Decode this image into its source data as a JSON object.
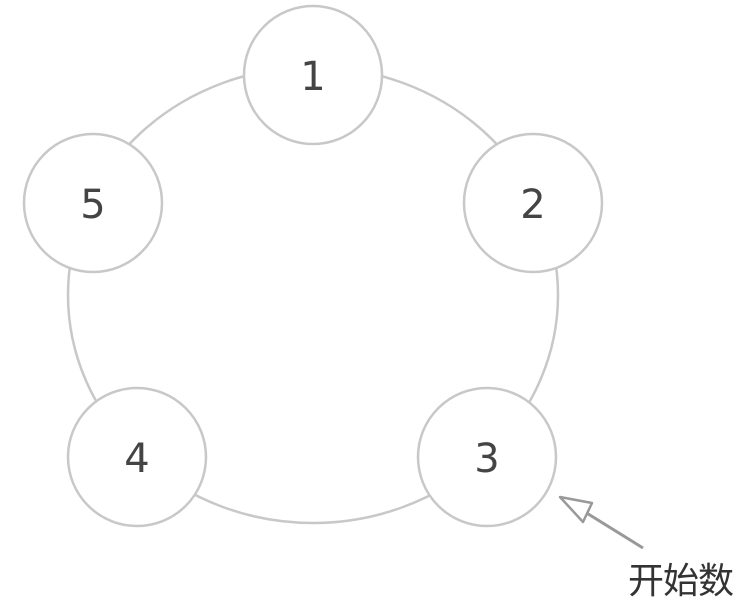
{
  "nodes": [
    {
      "label": "1"
    },
    {
      "label": "2"
    },
    {
      "label": "3"
    },
    {
      "label": "4"
    },
    {
      "label": "5"
    }
  ],
  "start_label": "开始数",
  "colors": {
    "stroke": "#c8c8c8",
    "arrow": "#999999",
    "text": "#444444"
  }
}
